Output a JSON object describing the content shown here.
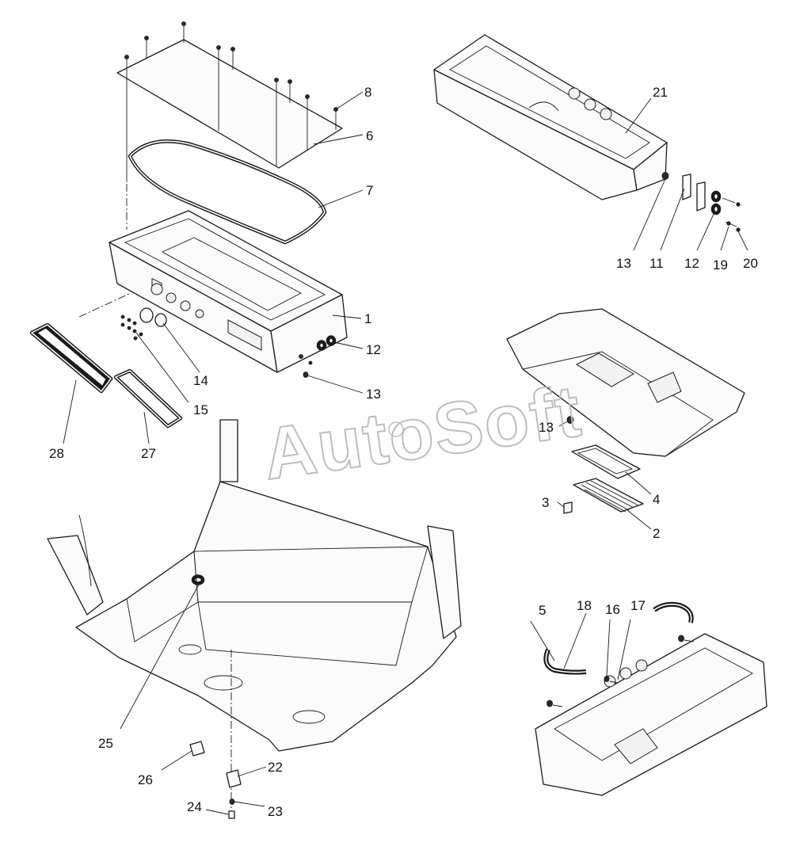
{
  "watermark": "AutoSoft",
  "callouts": [
    {
      "id": "c8",
      "text": "8"
    },
    {
      "id": "c6",
      "text": "6"
    },
    {
      "id": "c7",
      "text": "7"
    },
    {
      "id": "c1",
      "text": "1"
    },
    {
      "id": "c12a",
      "text": "12"
    },
    {
      "id": "c13a",
      "text": "13"
    },
    {
      "id": "c14",
      "text": "14"
    },
    {
      "id": "c15",
      "text": "15"
    },
    {
      "id": "c28",
      "text": "28"
    },
    {
      "id": "c27",
      "text": "27"
    },
    {
      "id": "c21",
      "text": "21"
    },
    {
      "id": "c13b",
      "text": "13"
    },
    {
      "id": "c11",
      "text": "11"
    },
    {
      "id": "c12b",
      "text": "12"
    },
    {
      "id": "c19",
      "text": "19"
    },
    {
      "id": "c20",
      "text": "20"
    },
    {
      "id": "c13c",
      "text": "13"
    },
    {
      "id": "c4",
      "text": "4"
    },
    {
      "id": "c3",
      "text": "3"
    },
    {
      "id": "c2",
      "text": "2"
    },
    {
      "id": "c5",
      "text": "5"
    },
    {
      "id": "c18",
      "text": "18"
    },
    {
      "id": "c16",
      "text": "16"
    },
    {
      "id": "c17",
      "text": "17"
    },
    {
      "id": "c25",
      "text": "25"
    },
    {
      "id": "c26",
      "text": "26"
    },
    {
      "id": "c22",
      "text": "22"
    },
    {
      "id": "c24",
      "text": "24"
    },
    {
      "id": "c23",
      "text": "23"
    }
  ]
}
